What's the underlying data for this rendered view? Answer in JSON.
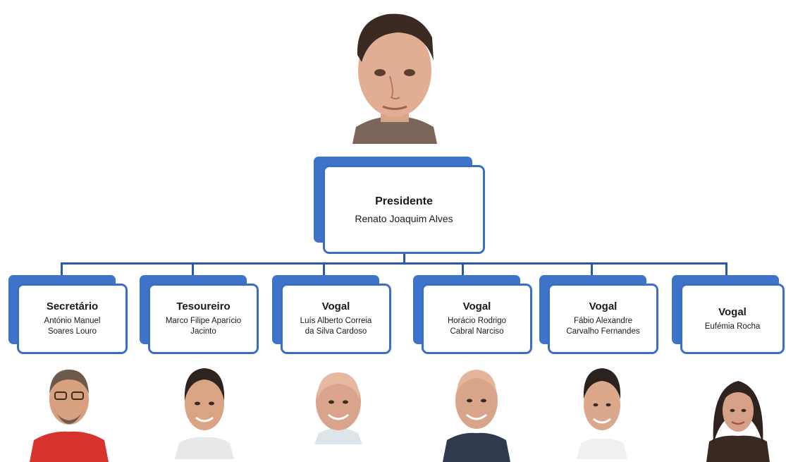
{
  "president": {
    "role": "Presidente",
    "name": "Renato Joaquim Alves"
  },
  "members": [
    {
      "role": "Secretário",
      "name_line1": "António Manuel",
      "name_line2": "Soares Louro"
    },
    {
      "role": "Tesoureiro",
      "name_line1": "Marco Filipe Aparício",
      "name_line2": "Jacinto"
    },
    {
      "role": "Vogal",
      "name_line1": "Luís Alberto Correia",
      "name_line2": "da Silva Cardoso"
    },
    {
      "role": "Vogal",
      "name_line1": "Horácio Rodrigo",
      "name_line2": "Cabral Narciso"
    },
    {
      "role": "Vogal",
      "name_line1": "Fábio Alexandre",
      "name_line2": "Carvalho Fernandes"
    },
    {
      "role": "Vogal",
      "name_line1": "Eufémia Rocha",
      "name_line2": ""
    }
  ],
  "colors": {
    "box_border": "#3a6fc6",
    "box_shadow": "#3d74c9",
    "connector": "#2b58a8"
  }
}
